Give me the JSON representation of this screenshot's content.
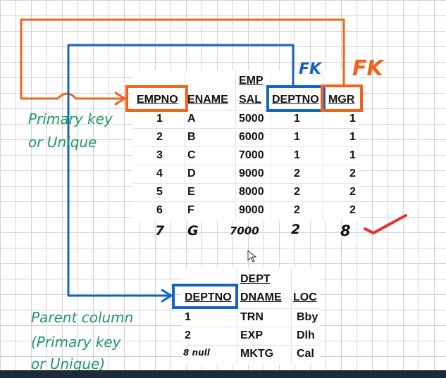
{
  "emp_table": {
    "header_top": "EMP",
    "columns": [
      "EMPNO",
      "ENAME",
      "SAL",
      "DEPTNO",
      "MGR"
    ],
    "rows": [
      [
        "1",
        "A",
        "5000",
        "1",
        "1"
      ],
      [
        "2",
        "B",
        "6000",
        "1",
        "1"
      ],
      [
        "3",
        "C",
        "7000",
        "1",
        "1"
      ],
      [
        "4",
        "D",
        "9000",
        "2",
        "2"
      ],
      [
        "5",
        "E",
        "8000",
        "2",
        "2"
      ],
      [
        "6",
        "F",
        "9000",
        "2",
        "2"
      ]
    ],
    "handwritten_row": [
      "7",
      "G",
      "7000",
      "2",
      "8"
    ]
  },
  "dept_table": {
    "header_top": "DEPT",
    "columns": [
      "DEPTNO",
      "DNAME",
      "LOC"
    ],
    "rows": [
      [
        "1",
        "TRN",
        "Bby"
      ],
      [
        "2",
        "EXP",
        "Dlh"
      ],
      [
        "",
        "MKTG",
        "Cal"
      ]
    ],
    "handwritten_null": "8 null"
  },
  "annotations": {
    "fk_blue": "FK",
    "fk_orange": "FK",
    "primary_key_line1": "Primary key",
    "primary_key_line2": "or Unique",
    "parent_line1": "Parent column",
    "parent_line2": "(Primary key",
    "parent_line3": "or Unique)"
  },
  "colors": {
    "orange": "#f0641e",
    "blue": "#1565c0",
    "green": "#1f9a5e",
    "red": "#e8302a"
  }
}
